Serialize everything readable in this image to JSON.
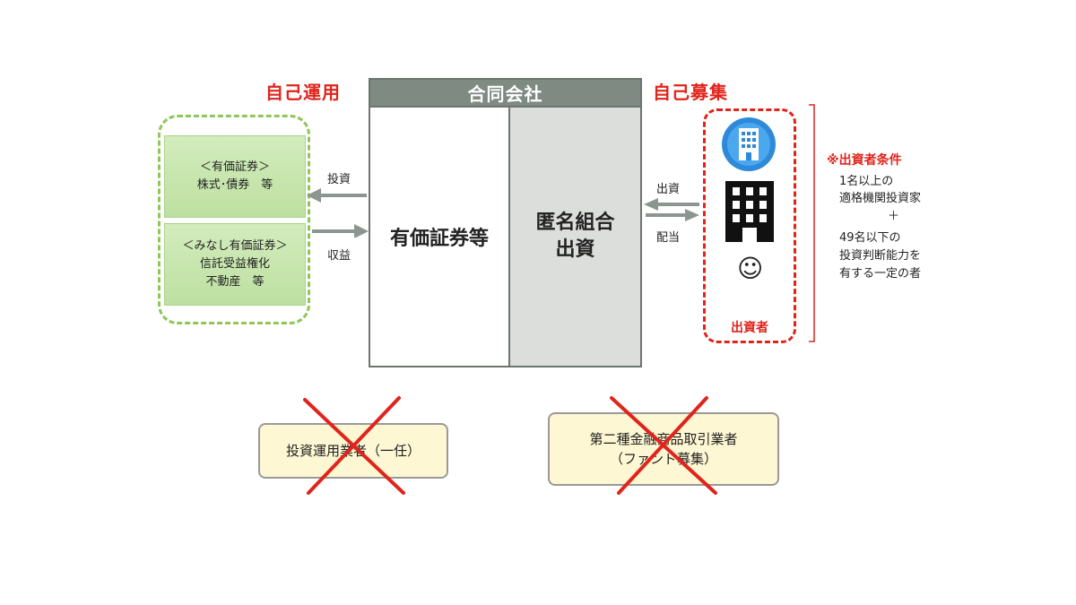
{
  "left": {
    "title": "自己運用",
    "box1": {
      "line1": "＜有価証券＞",
      "line2": "株式･債券　等"
    },
    "box2": {
      "line1": "＜みなし有価証券＞",
      "line2": "信託受益権化",
      "line3": "不動産　等"
    }
  },
  "arrows_left": {
    "top": "投資",
    "bottom": "収益"
  },
  "company": {
    "header": "合同会社",
    "securities": "有価証券等",
    "anon_line1": "匿名組合",
    "anon_line2": "出資"
  },
  "right": {
    "title": "自己募集",
    "arrow_top": "出資",
    "arrow_bottom": "配当",
    "investor_label": "出資者",
    "face_glyph": "☺"
  },
  "conditions": {
    "title": "※出資者条件",
    "lines": [
      "1名以上の",
      "適格機関投資家",
      "＋",
      "49名以下の",
      "投資判断能力を",
      "有する一定の者"
    ]
  },
  "bottom": {
    "box1": "投資運用業者（一任）",
    "box2_line1": "第二種金融商品取引業者",
    "box2_line2": "（ファンド募集）"
  },
  "colors": {
    "red": "#e0241b",
    "green": "#8fc65a",
    "arrow_gray": "#8c9690",
    "header_gray": "#7f8a82"
  }
}
